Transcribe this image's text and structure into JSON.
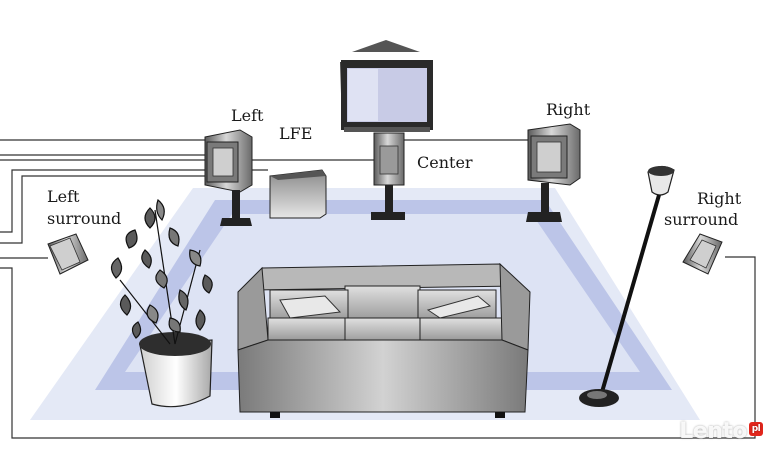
{
  "labels": {
    "left": "Left",
    "lfe": "LFE",
    "center": "Center",
    "right": "Right",
    "left_surround_1": "Left",
    "left_surround_2": "surround",
    "right_surround_1": "Right",
    "right_surround_2": "surround"
  },
  "watermark": {
    "text": "Lento",
    "badge": "pl"
  },
  "colors": {
    "floor_outer": "#e3e8f6",
    "floor_mid": "#bfc8ea",
    "floor_inner": "#dde3f4",
    "wire": "#333333"
  }
}
